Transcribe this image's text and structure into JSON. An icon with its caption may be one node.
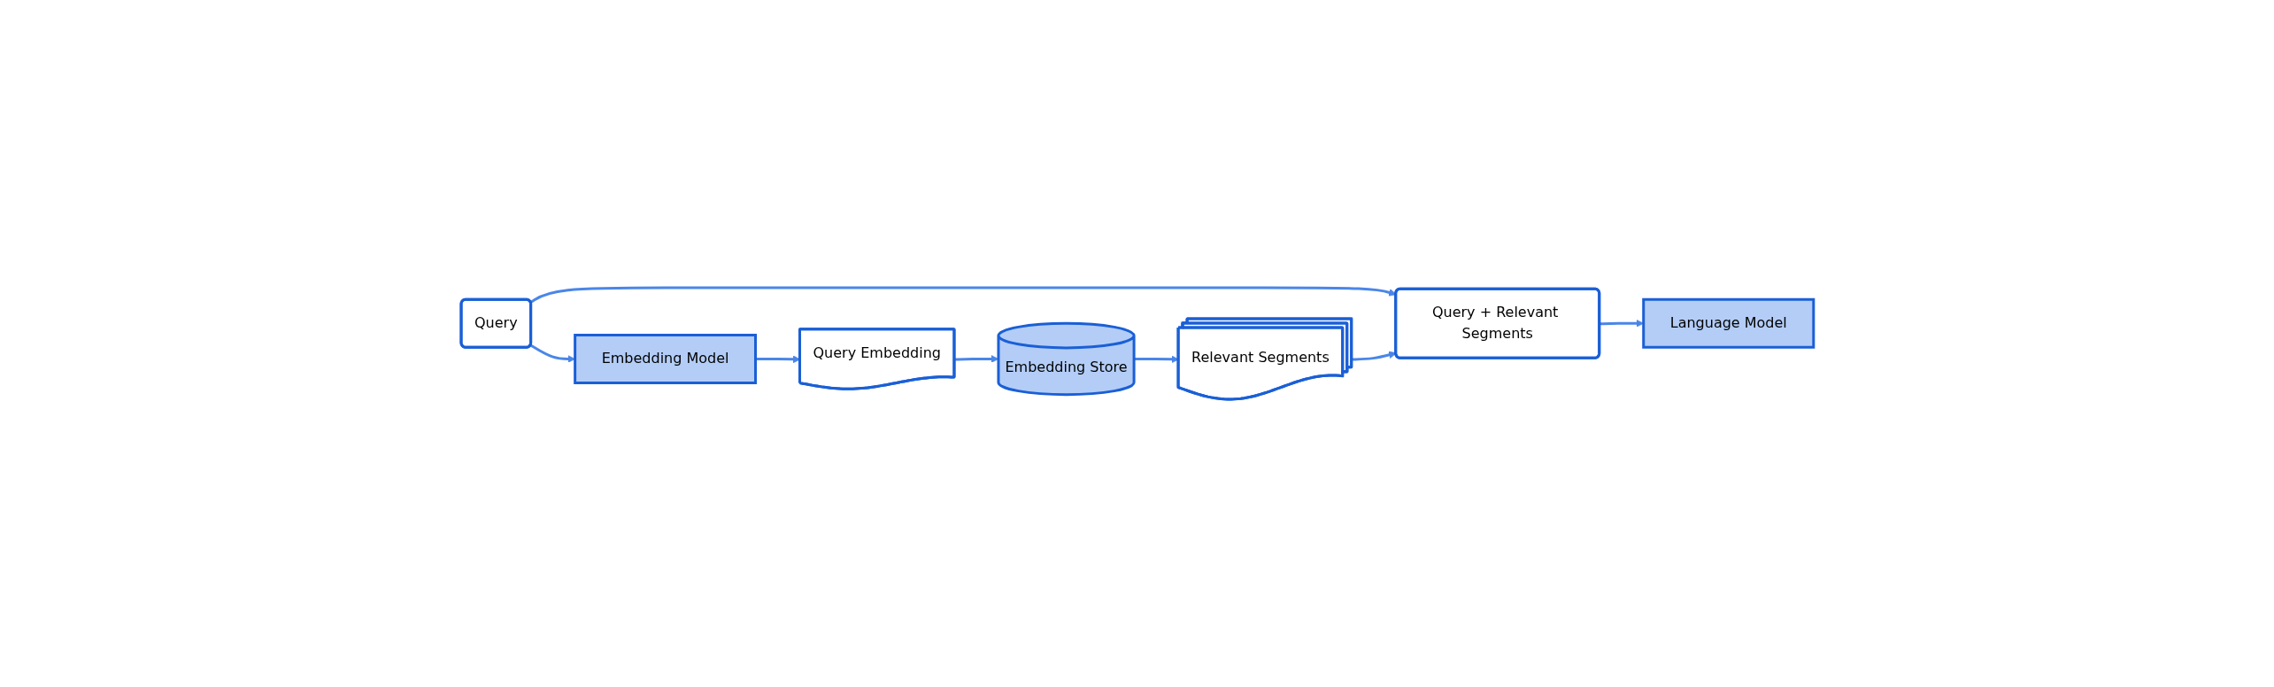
{
  "diagram": {
    "nodes": [
      {
        "text": [
          "Query"
        ]
      },
      {
        "text": [
          "Embedding Model"
        ]
      },
      {
        "text": [
          "Query Embedding"
        ]
      },
      {
        "text": [
          "Embedding Store"
        ]
      },
      {
        "text": [
          "Relevant Segments"
        ]
      },
      {
        "text": [
          "Query + Relevant Segments"
        ]
      },
      {
        "text": [
          "Language Model"
        ]
      }
    ],
    "edges": [
      {
        "from": 0,
        "to": 5,
        "arrow": "to"
      },
      {
        "from": 0,
        "to": 1,
        "arrow": "to"
      },
      {
        "from": 1,
        "to": 2,
        "arrow": "to"
      },
      {
        "from": 2,
        "to": 3,
        "arrow": "to"
      },
      {
        "from": 3,
        "to": 4,
        "arrow": "to"
      },
      {
        "from": 4,
        "to": 5,
        "arrow": "to"
      },
      {
        "from": 5,
        "to": 6,
        "arrow": "to"
      }
    ]
  }
}
